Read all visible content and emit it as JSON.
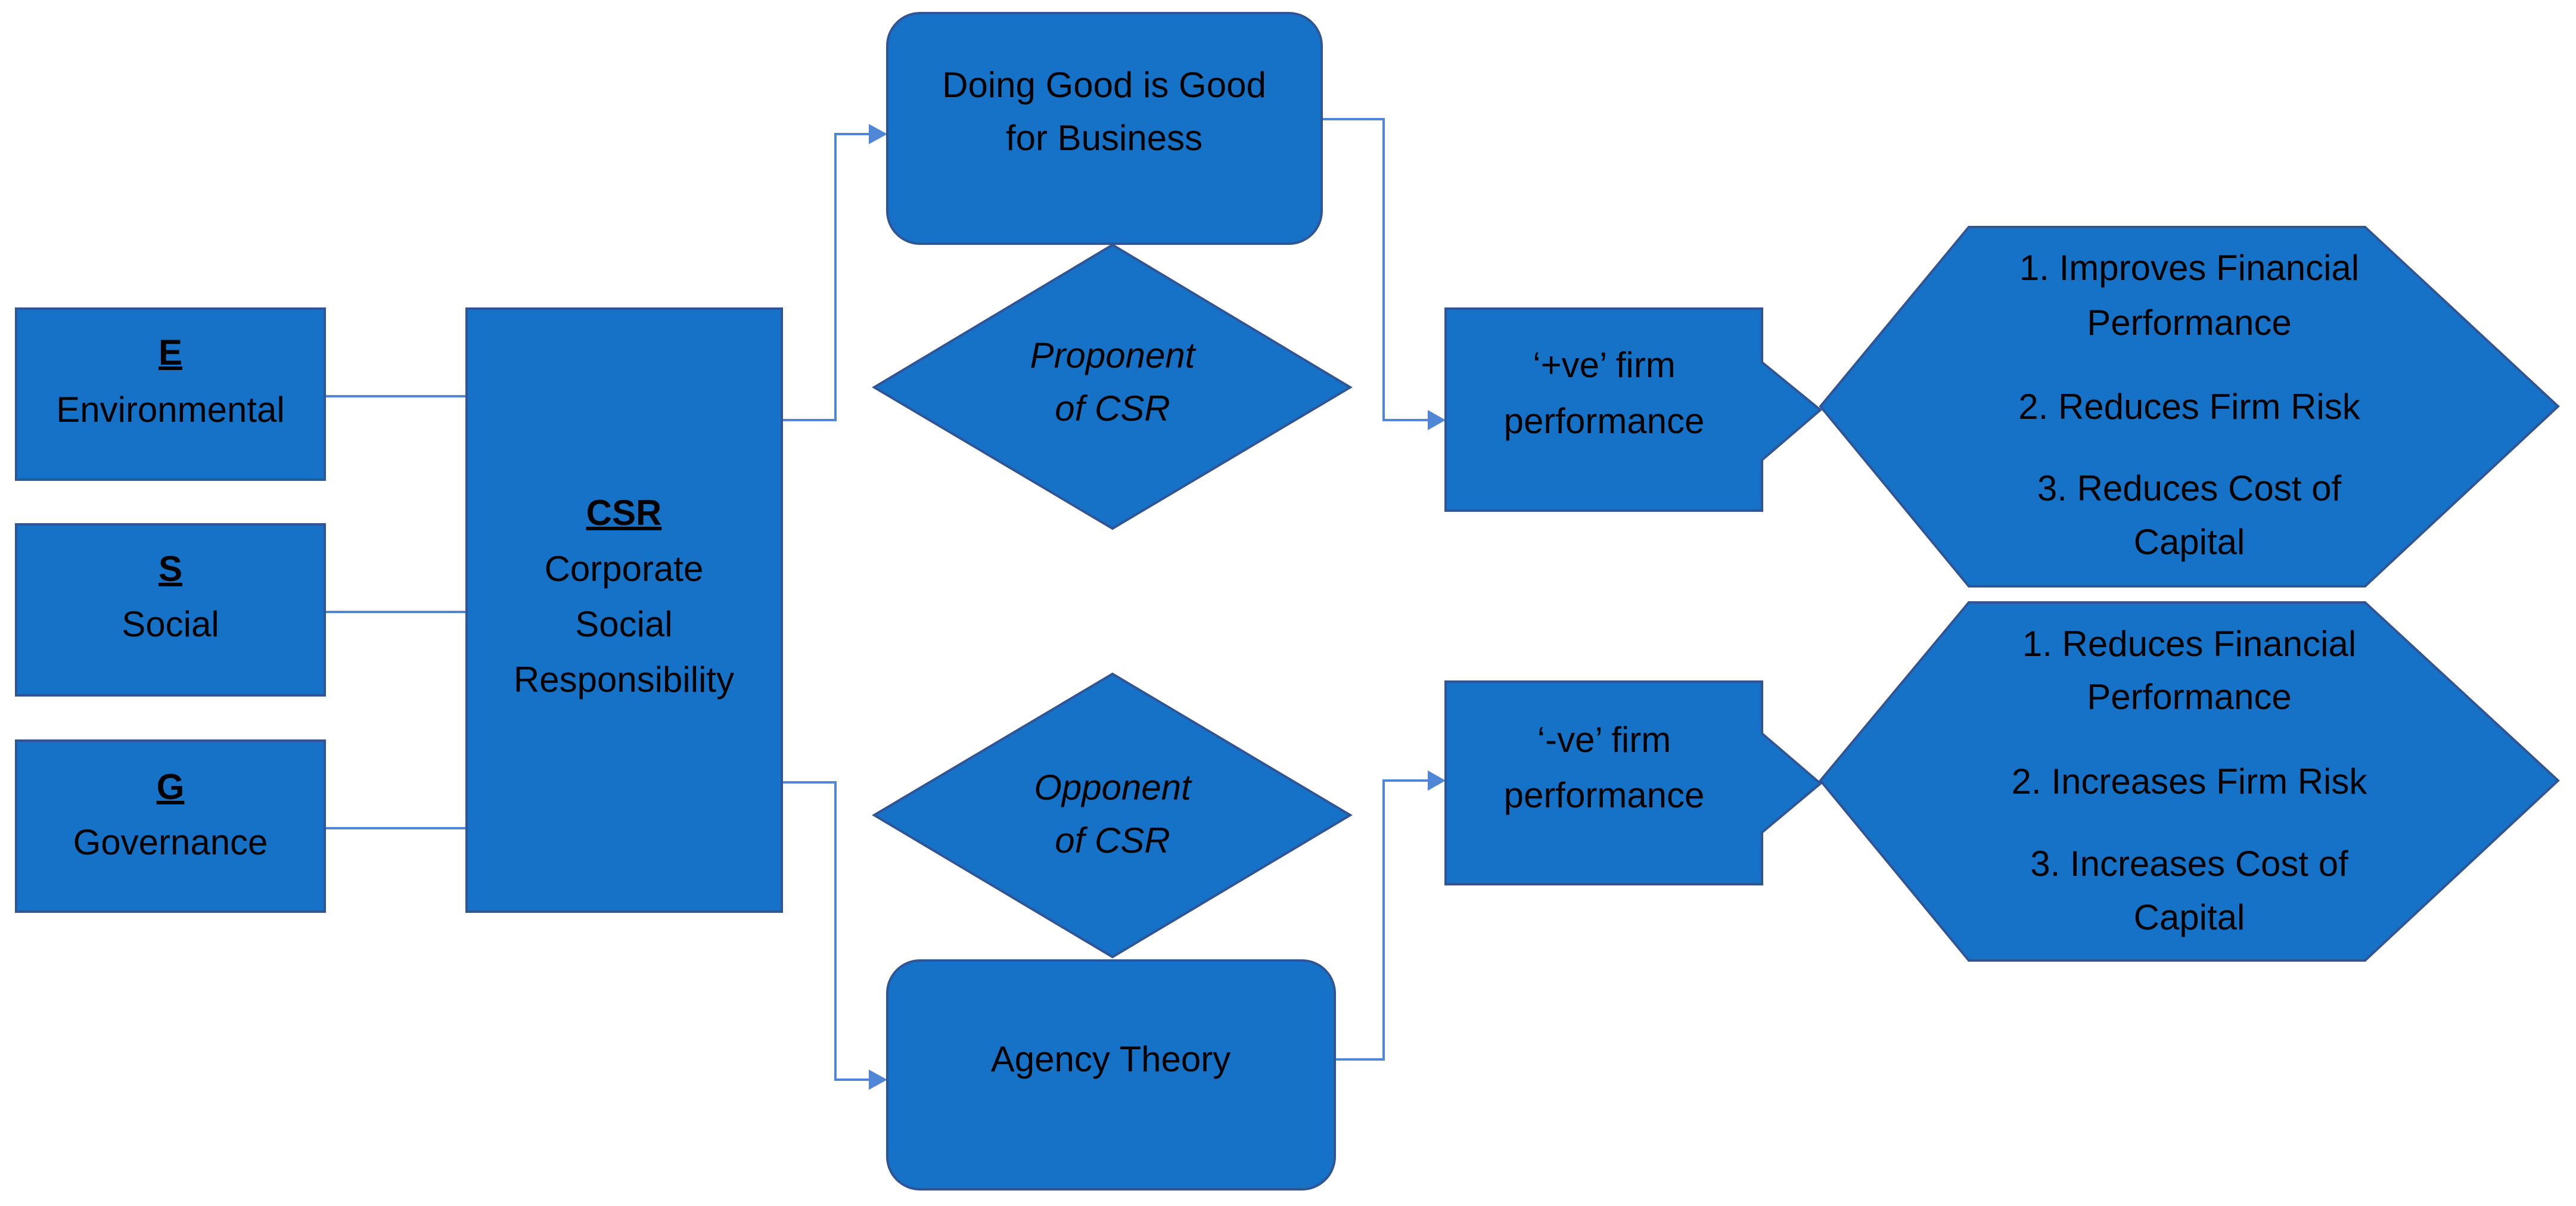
{
  "esg": {
    "e": {
      "letter": "E",
      "name": "Environmental"
    },
    "s": {
      "letter": "S",
      "name": "Social"
    },
    "g": {
      "letter": "G",
      "name": "Governance"
    }
  },
  "csr": {
    "abbr": "CSR",
    "line1": "Corporate",
    "line2": "Social",
    "line3": "Responsibility"
  },
  "top_box": {
    "line1": "Doing Good is Good",
    "line2": "for Business"
  },
  "bottom_box": {
    "label": "Agency Theory"
  },
  "proponent": {
    "line1": "Proponent",
    "line2": "of CSR"
  },
  "opponent": {
    "line1": "Opponent",
    "line2": "of CSR"
  },
  "positive_perf": {
    "line1": "‘+ve’ firm",
    "line2": "performance"
  },
  "negative_perf": {
    "line1": "‘-ve’ firm",
    "line2": "performance"
  },
  "positive_outcomes": {
    "item1_line1": "1. Improves Financial",
    "item1_line2": "Performance",
    "item2": "2. Reduces Firm Risk",
    "item3_line1": "3. Reduces Cost of",
    "item3_line2": "Capital"
  },
  "negative_outcomes": {
    "item1_line1": "1. Reduces Financial",
    "item1_line2": "Performance",
    "item2": "2. Increases Firm Risk",
    "item3_line1": "3. Increases Cost of",
    "item3_line2": "Capital"
  },
  "colors": {
    "box_fill": "#1672c6",
    "box_border": "#2f5597",
    "connector": "#4f86d6",
    "text": "#000000"
  }
}
